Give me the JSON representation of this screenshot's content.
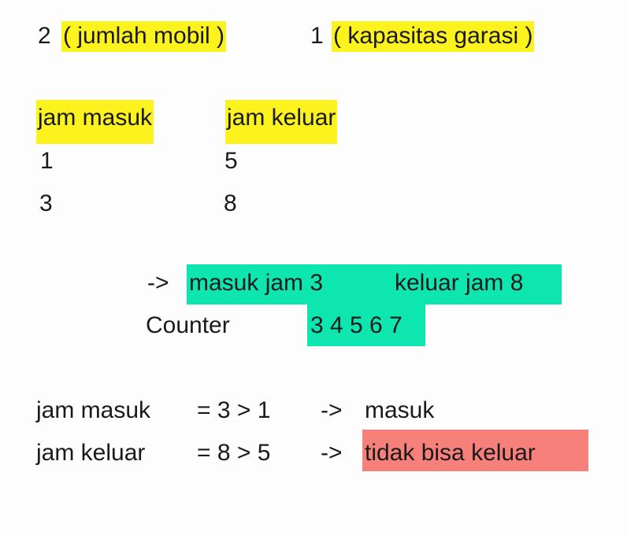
{
  "header": {
    "cars_count": "2",
    "cars_label": "( jumlah mobil )",
    "capacity_count": "1",
    "capacity_label": "( kapasitas garasi )"
  },
  "table": {
    "col_in_header": "jam masuk",
    "col_out_header": "jam keluar",
    "rows": [
      {
        "in": "1",
        "out": "5"
      },
      {
        "in": "3",
        "out": "8"
      }
    ]
  },
  "trace": {
    "arrow": "->",
    "event_in": "masuk jam 3",
    "event_out": "keluar jam 8",
    "counter_label": "Counter",
    "counter_values": "3 4 5 6 7"
  },
  "rules": [
    {
      "label": "jam masuk",
      "expr": "= 3 > 1",
      "arrow": "->",
      "result": "masuk"
    },
    {
      "label": "jam keluar",
      "expr": "= 8 > 5",
      "arrow": "->",
      "result": "tidak bisa keluar"
    }
  ],
  "colors": {
    "yellow_highlight": "#fbf21e",
    "green_highlight": "#0ee6b0",
    "red_highlight": "#f7807a"
  }
}
